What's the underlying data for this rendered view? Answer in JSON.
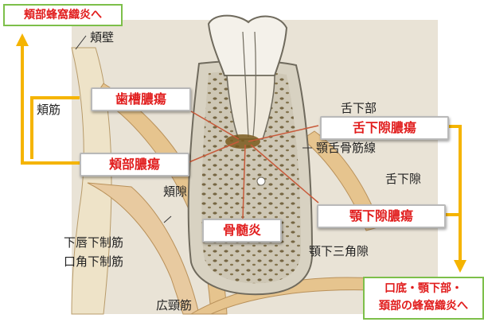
{
  "anatomy_labels": {
    "cheek_wall": "頬壁",
    "buccinator": "頬筋",
    "sublingual_region": "舌下部",
    "mylohyoid_line": "顎舌骨筋線",
    "sublingual_space": "舌下隙",
    "buccal_space": "頬隙",
    "depressor_labii": "下唇下制筋",
    "depressor_anguli": "口角下制筋",
    "submandibular_triangle": "顎下三角隙",
    "platysma": "広頸筋"
  },
  "abscess_labels": {
    "alveolar": "歯槽膿瘍",
    "buccal": "頬部膿瘍",
    "sublingual": "舌下隙膿瘍",
    "submandibular": "顎下隙膿瘍",
    "osteomyelitis": "骨髄炎"
  },
  "spread_notes": {
    "cheek": "頬部蜂窩織炎へ",
    "floor_line1": "口底・顎下部・",
    "floor_line2": "頚部の蜂窩織炎へ"
  },
  "colors": {
    "label_text": "#e11d1d",
    "arrow": "#f5b400",
    "note_border": "#7dbf4a",
    "muscle": "#e6c48e",
    "bone": "#d8d2c2"
  }
}
